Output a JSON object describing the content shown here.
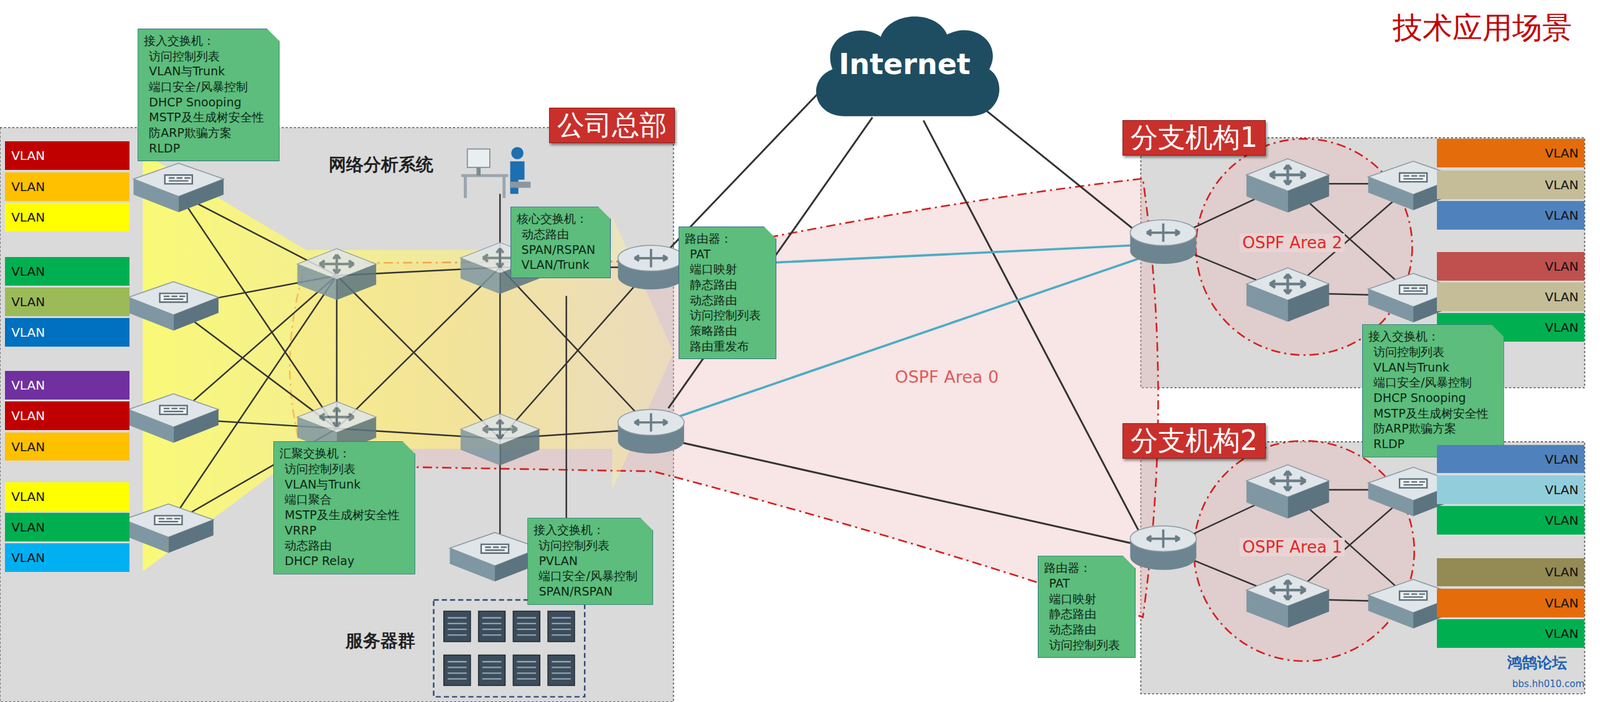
{
  "diagram": {
    "title": "技术应用场景",
    "nodes": [
      {
        "text": [
          "公司总部"
        ]
      },
      {
        "text": [
          "VLAN"
        ],
        "in": 0
      },
      {
        "text": [
          "VLAN"
        ],
        "in": 0
      },
      {
        "text": [
          "VLAN"
        ],
        "in": 0
      },
      {
        "text": [
          "VLAN"
        ],
        "in": 0
      },
      {
        "text": [
          "VLAN"
        ],
        "in": 0
      },
      {
        "text": [
          "VLAN"
        ],
        "in": 0
      },
      {
        "text": [
          "VLAN"
        ],
        "in": 0
      },
      {
        "text": [
          "VLAN"
        ],
        "in": 0
      },
      {
        "text": [
          "VLAN"
        ],
        "in": 0
      },
      {
        "text": [
          "VLAN"
        ],
        "in": 0
      },
      {
        "text": [
          "VLAN"
        ],
        "in": 0
      },
      {
        "text": [
          "VLAN"
        ],
        "in": 0
      },
      {
        "text": [
          "接入交换机：",
          "访问控制列表",
          "VLAN与Trunk",
          "端口安全/风暴控制",
          "DHCP Snooping",
          "MSTP及生成树安全性",
          "防ARP欺骗方案",
          "RLDP"
        ]
      },
      {
        "text": [
          "核心交换机：",
          "动态路由",
          "SPAN/RSPAN",
          "VLAN/Trunk"
        ],
        "in": 0
      },
      {
        "text": [
          "汇聚交换机：",
          "访问控制列表",
          "VLAN与Trunk",
          "端口聚合",
          "MSTP及生成树安全性",
          "VRRP",
          "动态路由",
          "DHCP Relay"
        ],
        "in": 0
      },
      {
        "text": [
          "接入交换机：",
          "访问控制列表",
          "PVLAN",
          "端口安全/风暴控制",
          "SPAN/RSPAN"
        ],
        "in": 0
      },
      {
        "text": [
          "路由器：",
          "PAT",
          "端口映射",
          "静态路由",
          "动态路由",
          "访问控制列表",
          "策略路由",
          "路由重发布"
        ]
      },
      {
        "text": [
          "Internet"
        ]
      },
      {
        "text": [
          "分支机构1"
        ]
      },
      {
        "text": [
          "VLAN"
        ],
        "in": 19
      },
      {
        "text": [
          "VLAN"
        ],
        "in": 19
      },
      {
        "text": [
          "VLAN"
        ],
        "in": 19
      },
      {
        "text": [
          "VLAN"
        ],
        "in": 19
      },
      {
        "text": [
          "VLAN"
        ],
        "in": 19
      },
      {
        "text": [
          "VLAN"
        ],
        "in": 19
      },
      {
        "text": [
          "接入交换机：",
          "访问控制列表",
          "VLAN与Trunk",
          "端口安全/风暴控制",
          "DHCP Snooping",
          "MSTP及生成树安全性",
          "防ARP欺骗方案",
          "RLDP"
        ]
      },
      {
        "text": [
          "分支机构2"
        ]
      },
      {
        "text": [
          "VLAN"
        ],
        "in": 27
      },
      {
        "text": [
          "VLAN"
        ],
        "in": 27
      },
      {
        "text": [
          "VLAN"
        ],
        "in": 27
      },
      {
        "text": [
          "VLAN"
        ],
        "in": 27
      },
      {
        "text": [
          "VLAN"
        ],
        "in": 27
      },
      {
        "text": [
          "VLAN"
        ],
        "in": 27
      },
      {
        "text": [
          "路由器：",
          "PAT",
          "端口映射",
          "静态路由",
          "动态路由",
          "访问控制列表"
        ]
      }
    ],
    "labels": [
      "网络分析系统",
      "服务器群",
      "OSPF Area 0",
      "OSPF Area 2",
      "OSPF Area 1",
      "鸿鹄论坛",
      "bbs.hh010.com"
    ]
  }
}
